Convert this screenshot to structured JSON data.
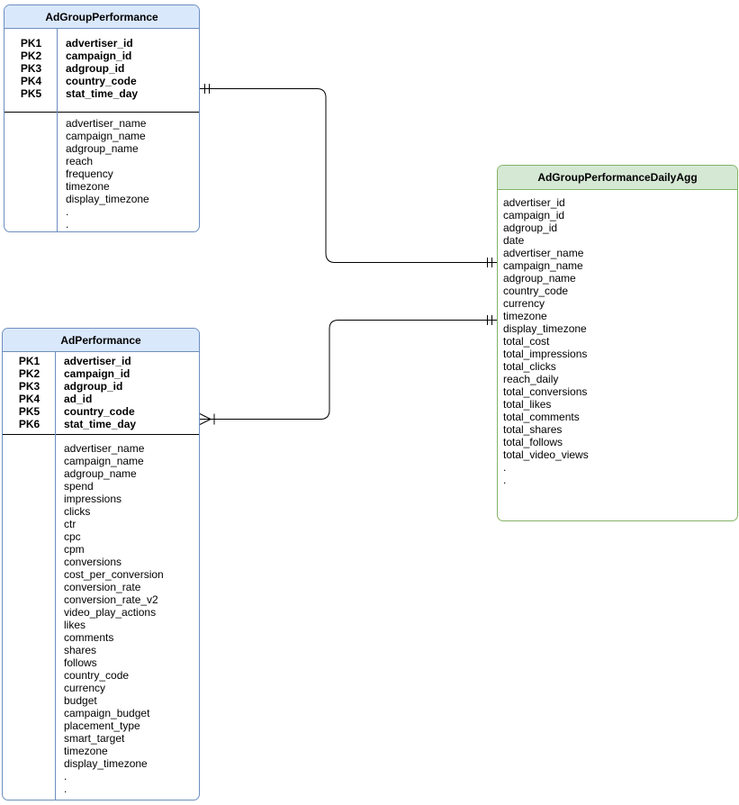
{
  "diagram": {
    "kind": "entity-relationship-diagram",
    "colors": {
      "blue_fill": "#dae8fc",
      "blue_stroke": "#6c8ebf",
      "green_fill": "#d5e8d4",
      "green_stroke": "#82b366",
      "edge_line": "#000000",
      "background": "#ffffff"
    },
    "tables": {
      "adgroup_performance": {
        "title": "AdGroupPerformance",
        "primary_keys": [
          {
            "key": "PK1",
            "name": "advertiser_id"
          },
          {
            "key": "PK2",
            "name": "campaign_id"
          },
          {
            "key": "PK3",
            "name": "adgroup_id"
          },
          {
            "key": "PK4",
            "name": "country_code"
          },
          {
            "key": "PK5",
            "name": "stat_time_day"
          }
        ],
        "fields": [
          "advertiser_name",
          "campaign_name",
          "adgroup_name",
          "reach",
          "frequency",
          "timezone",
          "display_timezone",
          ".",
          "."
        ]
      },
      "ad_performance": {
        "title": "AdPerformance",
        "primary_keys": [
          {
            "key": "PK1",
            "name": "advertiser_id"
          },
          {
            "key": "PK2",
            "name": "campaign_id"
          },
          {
            "key": "PK3",
            "name": "adgroup_id"
          },
          {
            "key": "PK4",
            "name": "ad_id"
          },
          {
            "key": "PK5",
            "name": "country_code"
          },
          {
            "key": "PK6",
            "name": "stat_time_day"
          }
        ],
        "fields": [
          "advertiser_name",
          "campaign_name",
          "adgroup_name",
          "spend",
          "impressions",
          "clicks",
          "ctr",
          "cpc",
          "cpm",
          "conversions",
          "cost_per_conversion",
          "conversion_rate",
          "conversion_rate_v2",
          "video_play_actions",
          "likes",
          "comments",
          "shares",
          "follows",
          "country_code",
          "currency",
          "budget",
          "campaign_budget",
          "placement_type",
          "smart_target",
          "timezone",
          "display_timezone",
          ".",
          "."
        ]
      },
      "adgroup_performance_daily_agg": {
        "title": "AdGroupPerformanceDailyAgg",
        "fields": [
          "advertiser_id",
          "campaign_id",
          "adgroup_id",
          "date",
          "advertiser_name",
          "campaign_name",
          "adgroup_name",
          "country_code",
          "currency",
          "timezone",
          "display_timezone",
          "total_cost",
          "total_impressions",
          "total_clicks",
          "reach_daily",
          "total_conversions",
          "total_likes",
          "total_comments",
          "total_shares",
          "total_follows",
          "total_video_views",
          ".",
          "."
        ]
      }
    },
    "relationships": [
      {
        "from": "AdGroupPerformance",
        "to": "AdGroupPerformanceDailyAgg",
        "from_cardinality": "one-and-only-one",
        "to_cardinality": "one-and-only-one"
      },
      {
        "from": "AdPerformance",
        "to": "AdGroupPerformanceDailyAgg",
        "from_cardinality": "one-or-many",
        "to_cardinality": "one-and-only-one"
      }
    ]
  }
}
